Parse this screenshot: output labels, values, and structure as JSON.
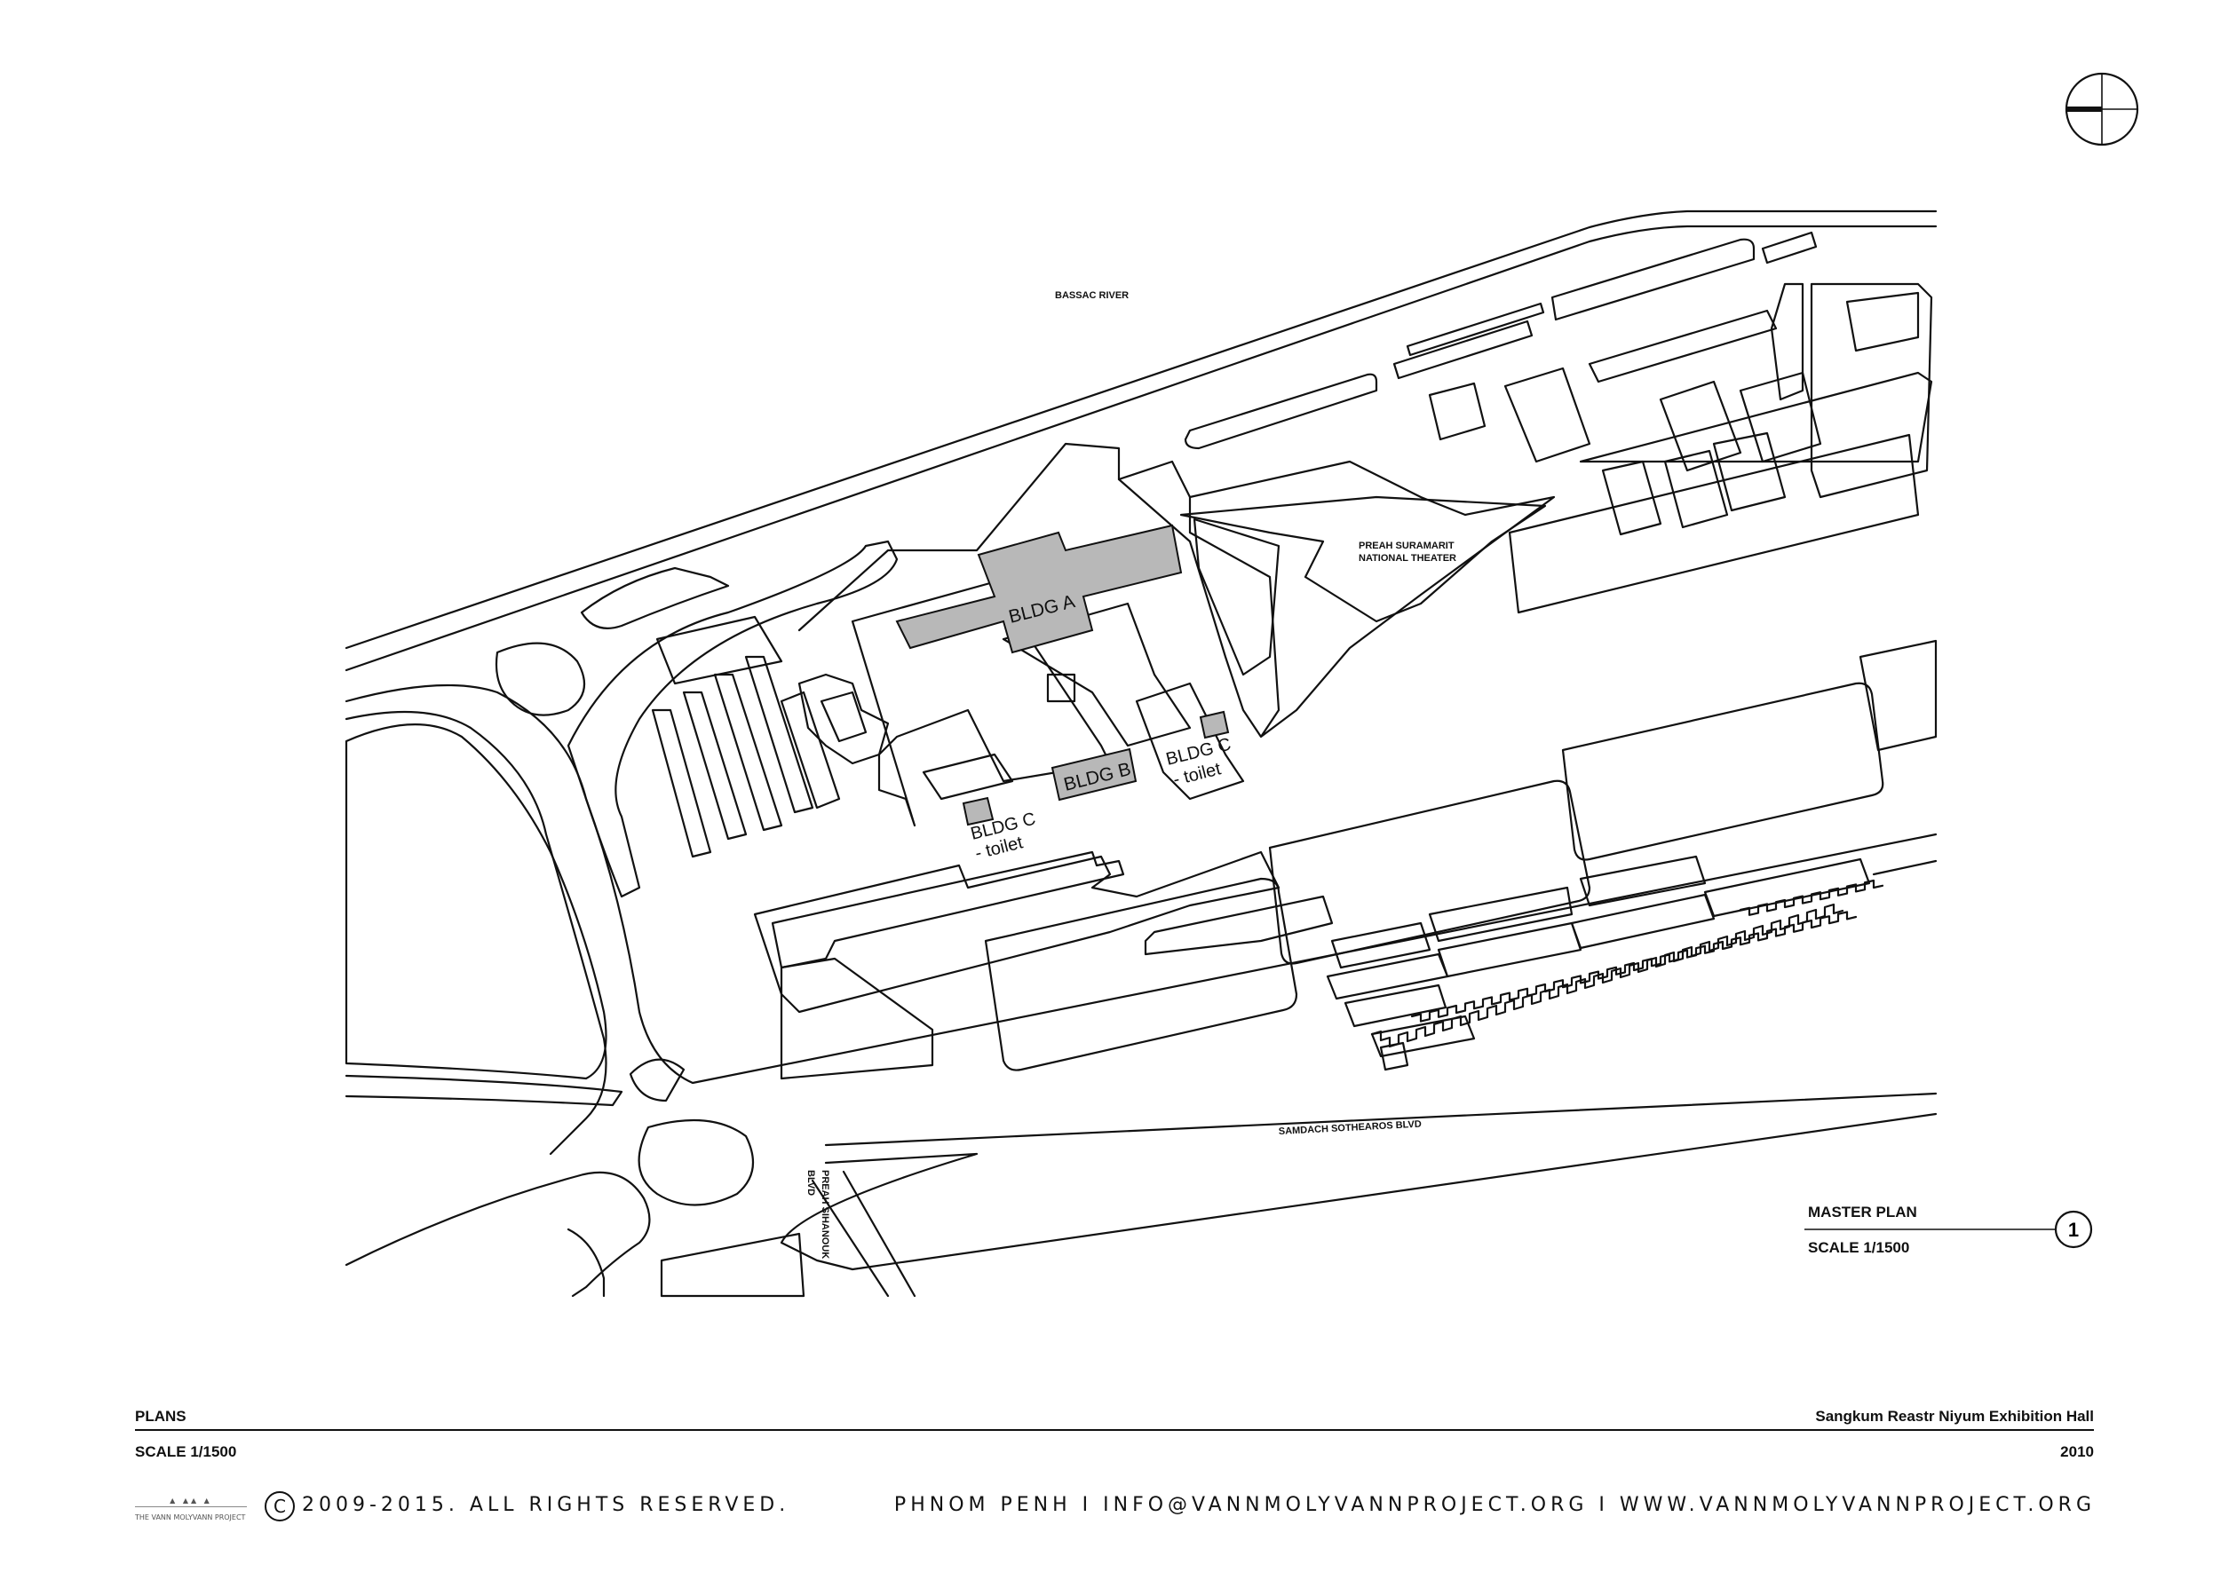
{
  "plan": {
    "labels": {
      "river": "BASSAC RIVER",
      "theater_line1": "PREAH SURAMARIT",
      "theater_line2": "NATIONAL THEATER",
      "bldg_a": "BLDG A",
      "bldg_b": "BLDG B",
      "bldg_c_left": "BLDG C",
      "bldg_c_left_sub": "- toilet",
      "bldg_c_right": "BLDG C",
      "bldg_c_right_sub": "- toilet",
      "blvd_south": "SAMDACH SOTHEAROS BLVD",
      "blvd_west_line1": "PREAH SIHANOUK",
      "blvd_west_line2": "BLVD"
    },
    "north_arrow_icon": "north-arrow-icon"
  },
  "drawing_title": {
    "title": "MASTER PLAN",
    "scale": "SCALE   1/1500",
    "number": "1"
  },
  "title_block": {
    "sheet": "PLANS",
    "sheet_scale": "SCALE   1/1500",
    "project": "Sangkum Reastr Niyum Exhibition Hall",
    "year": "2010"
  },
  "footer": {
    "copyright_symbol": "C",
    "copyright": "2009-2015. ALL RIGHTS RESERVED.",
    "contact": "PHNOM PENH I INFO@VANNMOLYVANNPROJECT.ORG I WWW.VANNMOLYVANNPROJECT.ORG",
    "logo_text": "THE VANN MOLYVANN PROJECT"
  }
}
